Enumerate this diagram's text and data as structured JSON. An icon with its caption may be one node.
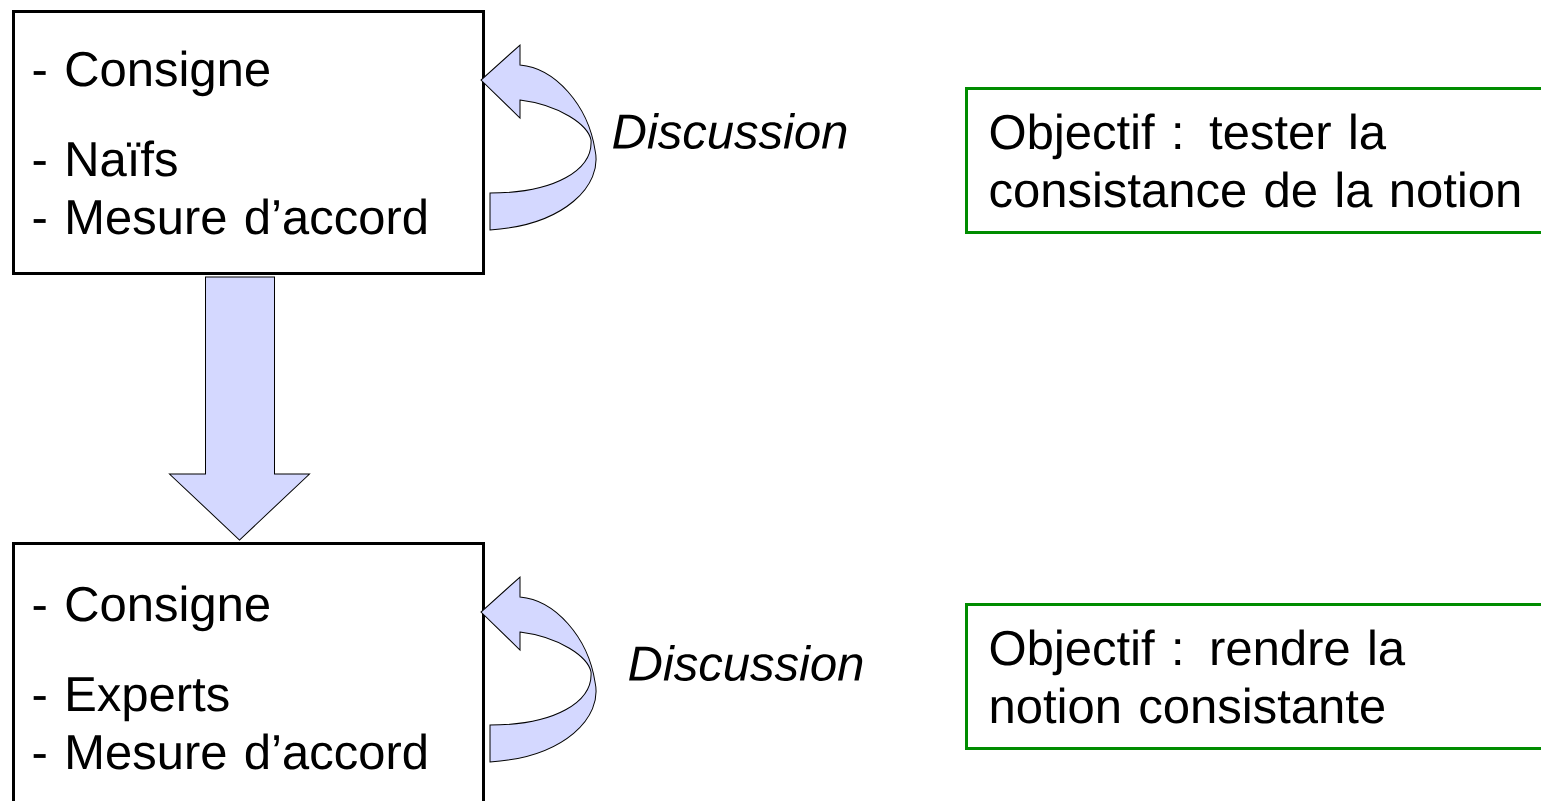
{
  "diagram": {
    "nodes": [
      {
        "text": [
          "- Consigne",
          "- Naïfs",
          "- Mesure d’accord"
        ]
      },
      {
        "text": [
          "- Consigne",
          "- Experts",
          "- Mesure d’accord"
        ]
      },
      {
        "text": [
          "Objectif : tester la consistance de la notion"
        ]
      },
      {
        "text": [
          "Objectif : rendre la notion consistante"
        ]
      }
    ],
    "edges": [
      {
        "from": 0,
        "to": 1,
        "arrow": "to"
      },
      {
        "from": 0,
        "to": 0,
        "arrow": "to",
        "label": "Discussion"
      },
      {
        "from": 1,
        "to": 1,
        "arrow": "to",
        "label": "Discussion"
      }
    ]
  }
}
